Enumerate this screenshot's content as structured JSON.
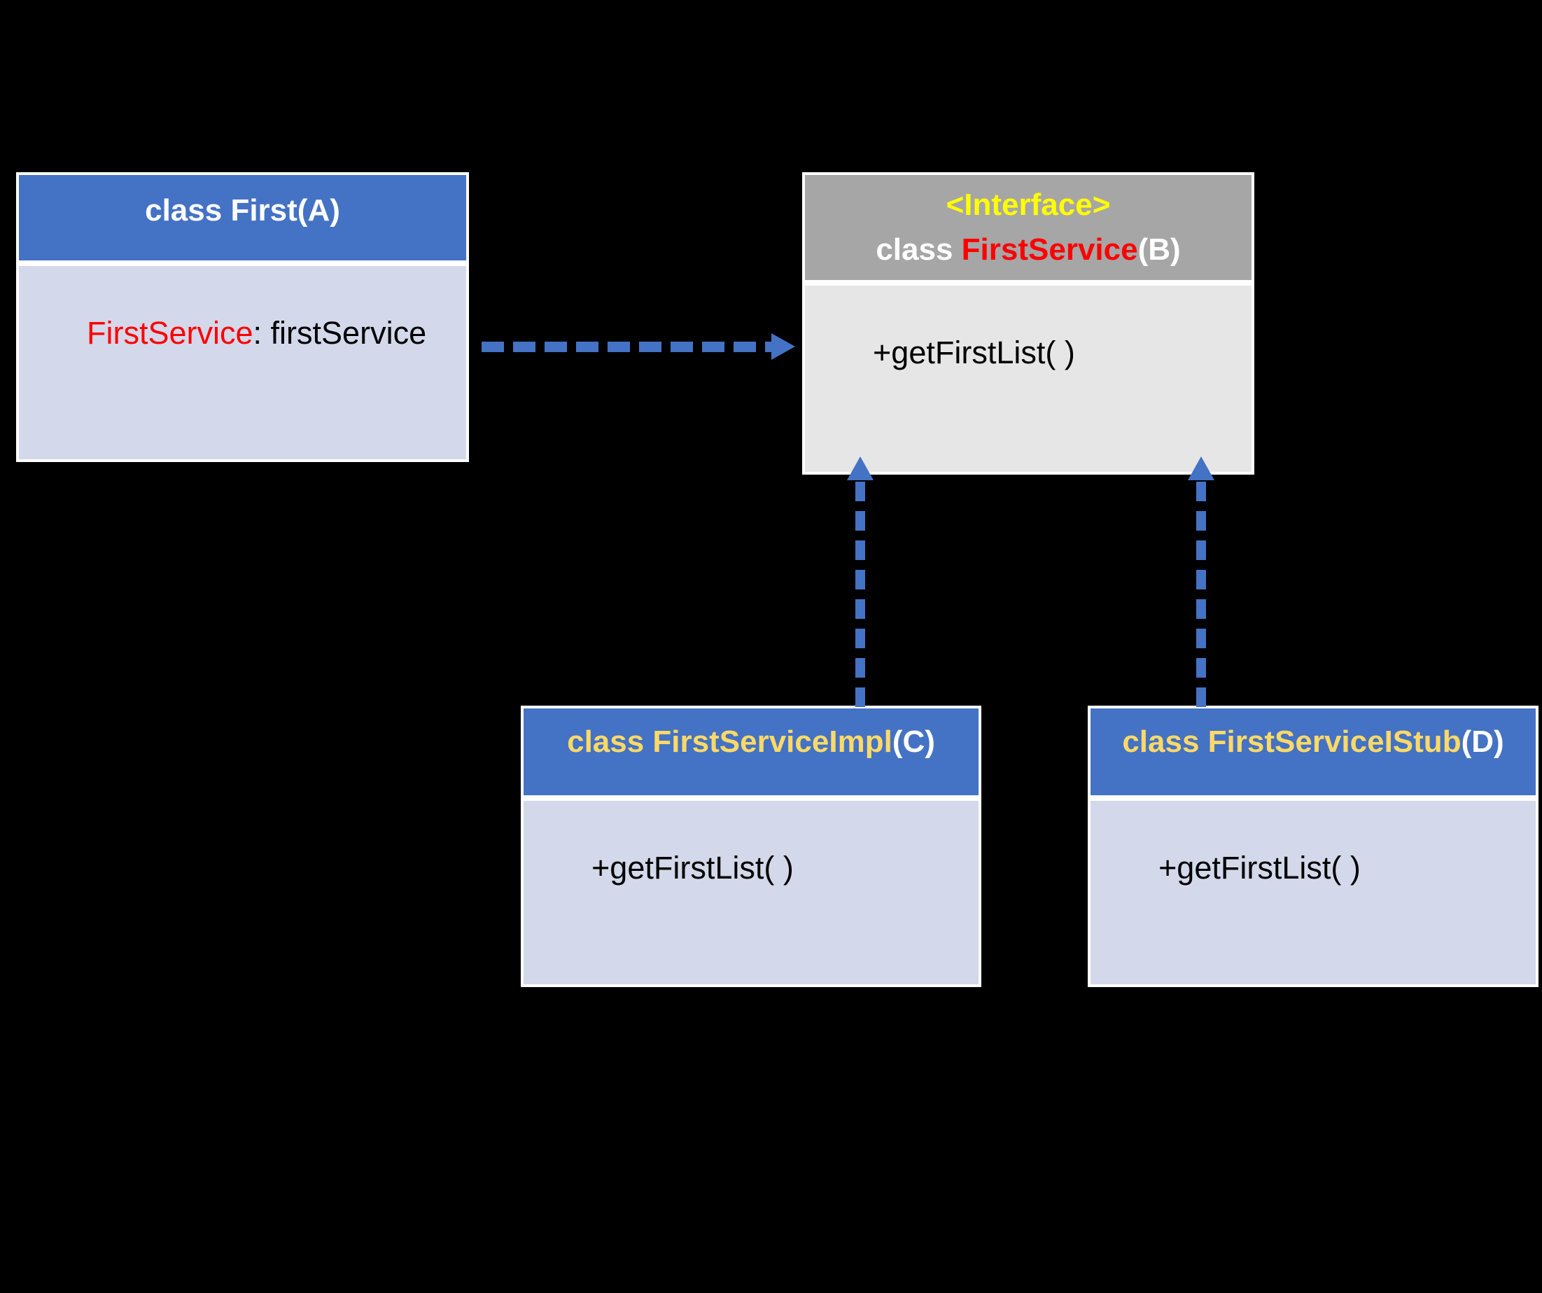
{
  "diagram": {
    "type": "uml-class-diagram",
    "box_a": {
      "title": "class First(A)",
      "attribute_name": "FirstService",
      "attribute_rest": ": firstService"
    },
    "box_b": {
      "stereotype": "<Interface>",
      "title_prefix": "class ",
      "title_name": "FirstService",
      "title_suffix": "(B)",
      "method": "+getFirstList( )"
    },
    "box_c": {
      "title_main": "class FirstServiceImpl",
      "title_suffix": "(C)",
      "method": "+getFirstList( )"
    },
    "box_d": {
      "title_main": "class FirstServiceIStub",
      "title_suffix": "(D)",
      "method": "+getFirstList( )"
    },
    "relations": [
      {
        "from": "class First(A)",
        "to": "class FirstService(B)",
        "style": "dashed",
        "arrowhead": "solid-triangle",
        "direction": "right"
      },
      {
        "from": "class FirstServiceImpl(C)",
        "to": "class FirstService(B)",
        "style": "dashed",
        "arrowhead": "solid-triangle",
        "direction": "up"
      },
      {
        "from": "class FirstServiceIStub(D)",
        "to": "class FirstService(B)",
        "style": "dashed",
        "arrowhead": "solid-triangle",
        "direction": "up"
      }
    ],
    "colors": {
      "background": "#000000",
      "blue_header": "#4472C4",
      "gray_header": "#A6A6A6",
      "lavender_body": "#D3D8EA",
      "gray_body": "#E7E6E6",
      "gold_text": "#FFD966",
      "yellow_text": "#FFFF00",
      "red_text": "#FF0000",
      "white_text": "#FFFFFF",
      "black_text": "#000000",
      "arrow_blue": "#4472C4"
    }
  }
}
